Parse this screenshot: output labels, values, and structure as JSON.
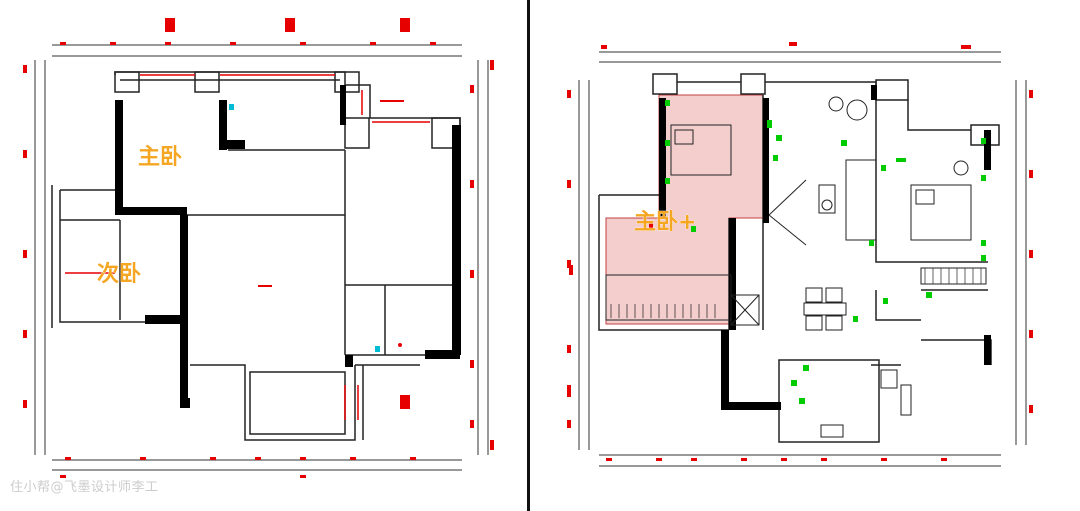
{
  "colors": {
    "wall": "#000000",
    "line": "#333333",
    "dimension": "#e60000",
    "window": "#e60000",
    "highlight": "#f2c4c4",
    "label": "#f5a623",
    "annotation": "#00cc00",
    "marker_cyan": "#00bcd4"
  },
  "left_plan": {
    "labels": {
      "master_bedroom": "主卧",
      "second_bedroom": "次卧"
    }
  },
  "right_plan": {
    "labels": {
      "master_bedroom_plus": "主卧+"
    }
  },
  "watermark": "住小帮@飞墨设计师李工"
}
